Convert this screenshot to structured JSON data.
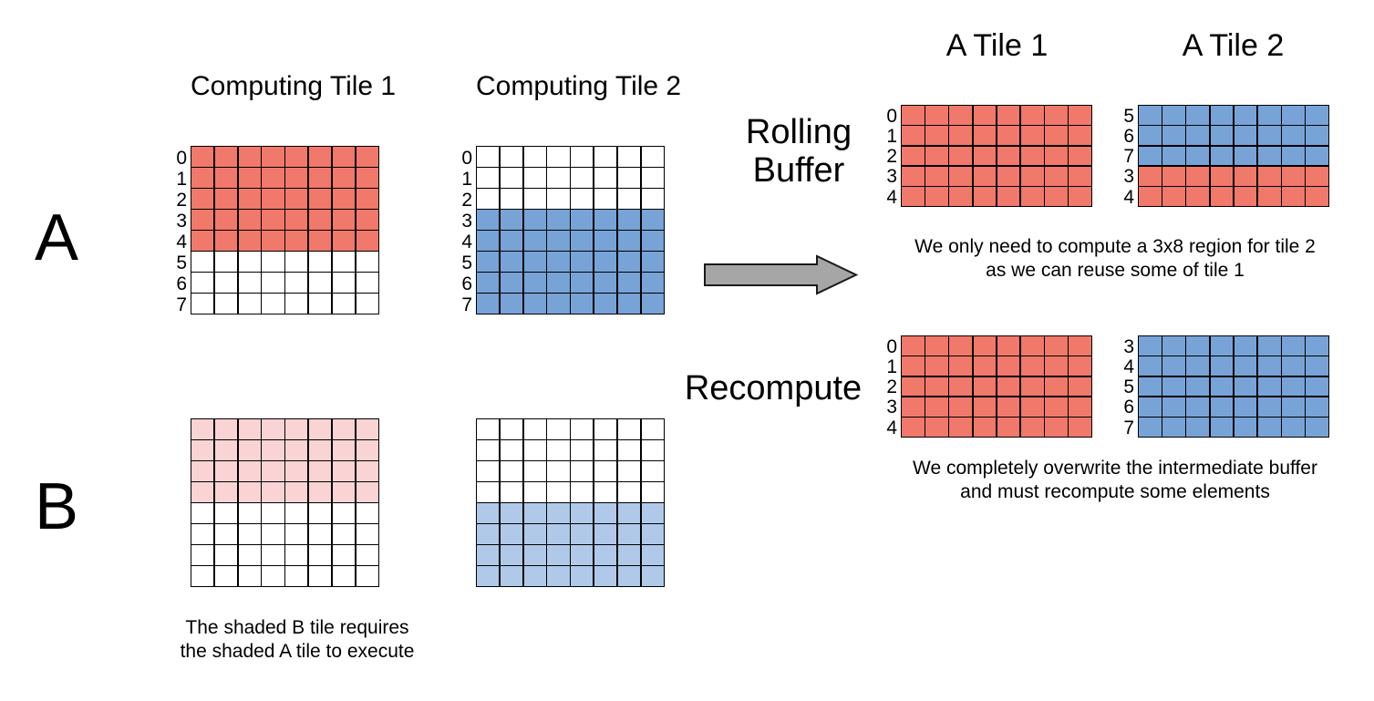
{
  "colors": {
    "red": "#F0796B",
    "blue": "#78A3D7",
    "pink": "#FAD4D4",
    "lightblue": "#B0C9E8",
    "white": "#FFFFFF",
    "grid_line": "#000000",
    "arrow_gray": "#A6A6A6",
    "text": "#000000"
  },
  "section_labels": {
    "a": "A",
    "b": "B"
  },
  "left_panel": {
    "tile1_title": "Computing Tile 1",
    "tile2_title": "Computing Tile 2",
    "b_caption_line1": "The shaded B tile requires",
    "b_caption_line2": "the shaded A tile to execute"
  },
  "middle": {
    "rolling_buffer_line1": "Rolling",
    "rolling_buffer_line2": "Buffer",
    "recompute": "Recompute"
  },
  "right_panel": {
    "a_tile1_title": "A Tile 1",
    "a_tile2_title": "A Tile 2",
    "rolling_caption_line1": "We only need to compute a 3x8 region for tile 2",
    "rolling_caption_line2": "as we can reuse some of tile 1",
    "recompute_caption_line1": "We completely overwrite the intermediate buffer",
    "recompute_caption_line2": "and must recompute some elements"
  },
  "grids": {
    "computing_tile1": {
      "columns": 8,
      "row_labels": [
        "0",
        "1",
        "2",
        "3",
        "4",
        "5",
        "6",
        "7"
      ],
      "rows": [
        "red",
        "red",
        "red",
        "red",
        "red",
        "white",
        "white",
        "white"
      ]
    },
    "computing_tile2": {
      "columns": 8,
      "row_labels": [
        "0",
        "1",
        "2",
        "3",
        "4",
        "5",
        "6",
        "7"
      ],
      "rows": [
        "white",
        "white",
        "white",
        "blue",
        "blue",
        "blue",
        "blue",
        "blue"
      ]
    },
    "b_tile1": {
      "columns": 8,
      "row_labels": [],
      "rows": [
        "pink",
        "pink",
        "pink",
        "pink",
        "white",
        "white",
        "white",
        "white"
      ]
    },
    "b_tile2": {
      "columns": 8,
      "row_labels": [],
      "rows": [
        "white",
        "white",
        "white",
        "white",
        "lightblue",
        "lightblue",
        "lightblue",
        "lightblue"
      ]
    },
    "rolling_a_tile1": {
      "columns": 8,
      "row_labels": [
        "0",
        "1",
        "2",
        "3",
        "4"
      ],
      "rows": [
        "red",
        "red",
        "red",
        "red",
        "red"
      ]
    },
    "rolling_a_tile2": {
      "columns": 8,
      "row_labels": [
        "5",
        "6",
        "7",
        "3",
        "4"
      ],
      "rows": [
        "blue",
        "blue",
        "blue",
        "red",
        "red"
      ]
    },
    "recompute_a_tile1": {
      "columns": 8,
      "row_labels": [
        "0",
        "1",
        "2",
        "3",
        "4"
      ],
      "rows": [
        "red",
        "red",
        "red",
        "red",
        "red"
      ]
    },
    "recompute_a_tile2": {
      "columns": 8,
      "row_labels": [
        "3",
        "4",
        "5",
        "6",
        "7"
      ],
      "rows": [
        "blue",
        "blue",
        "blue",
        "blue",
        "blue"
      ]
    }
  }
}
